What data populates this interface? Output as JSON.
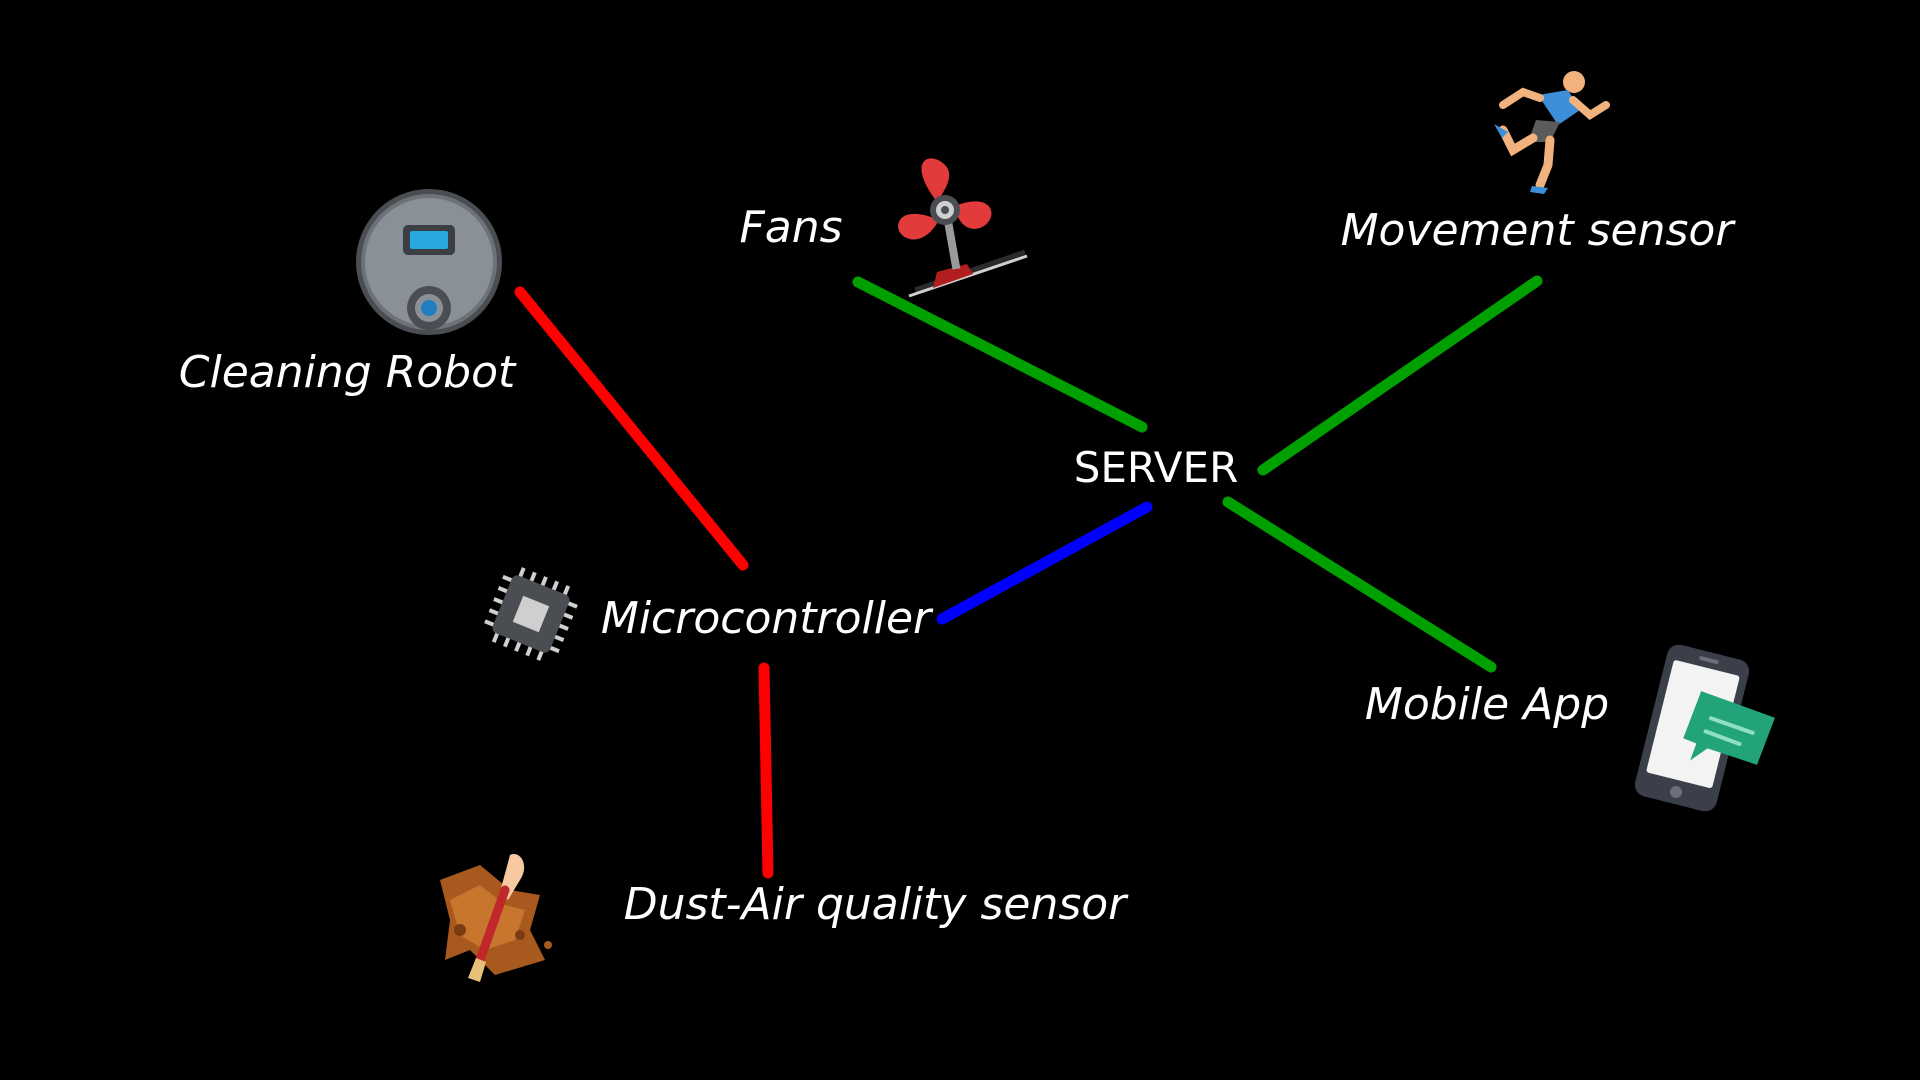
{
  "diagram": {
    "background": "#000000",
    "nodes": {
      "server": {
        "label": "SERVER",
        "icon": "none"
      },
      "microcontroller": {
        "label": "Microcontroller",
        "icon": "microchip-icon"
      },
      "cleaning_robot": {
        "label": "Cleaning Robot",
        "icon": "robot-vacuum-icon"
      },
      "dust_sensor": {
        "label": "Dust-Air quality sensor",
        "icon": "dust-brush-icon"
      },
      "fans": {
        "label": "Fans",
        "icon": "fan-icon"
      },
      "movement_sensor": {
        "label": "Movement sensor",
        "icon": "running-person-icon"
      },
      "mobile_app": {
        "label": "Mobile App",
        "icon": "smartphone-chat-icon"
      }
    },
    "connections": [
      {
        "from": "cleaning_robot",
        "to": "microcontroller",
        "color": "#ff0000"
      },
      {
        "from": "microcontroller",
        "to": "dust_sensor",
        "color": "#ff0000"
      },
      {
        "from": "microcontroller",
        "to": "server",
        "color": "#0000ff"
      },
      {
        "from": "fans",
        "to": "server",
        "color": "#00a000"
      },
      {
        "from": "movement_sensor",
        "to": "server",
        "color": "#00a000"
      },
      {
        "from": "server",
        "to": "mobile_app",
        "color": "#00a000"
      }
    ]
  }
}
